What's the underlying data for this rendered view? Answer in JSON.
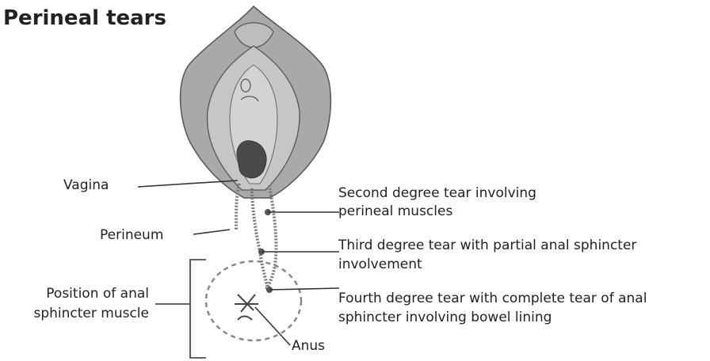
{
  "title": "Perineal tears",
  "colors": {
    "outer_tissue": "#a9a9a9",
    "inner_tissue": "#c6c6c6",
    "outline": "#555555",
    "vagina_opening": "#4a4a4a",
    "tear_dots": "#777777",
    "leader_lines": "#333333",
    "text": "#222222"
  },
  "labels": {
    "vagina": "Vagina",
    "perineum": "Perineum",
    "anal_sphincter_line1": "Position of anal",
    "anal_sphincter_line2": "sphincter muscle",
    "anus": "Anus",
    "second_degree_line1": "Second degree tear involving",
    "second_degree_line2": "perineal muscles",
    "third_degree_line1": "Third degree tear with partial anal sphincter",
    "third_degree_line2": "involvement",
    "fourth_degree_line1": "Fourth degree tear with complete tear of anal",
    "fourth_degree_line2": "sphincter involving bowel lining"
  }
}
